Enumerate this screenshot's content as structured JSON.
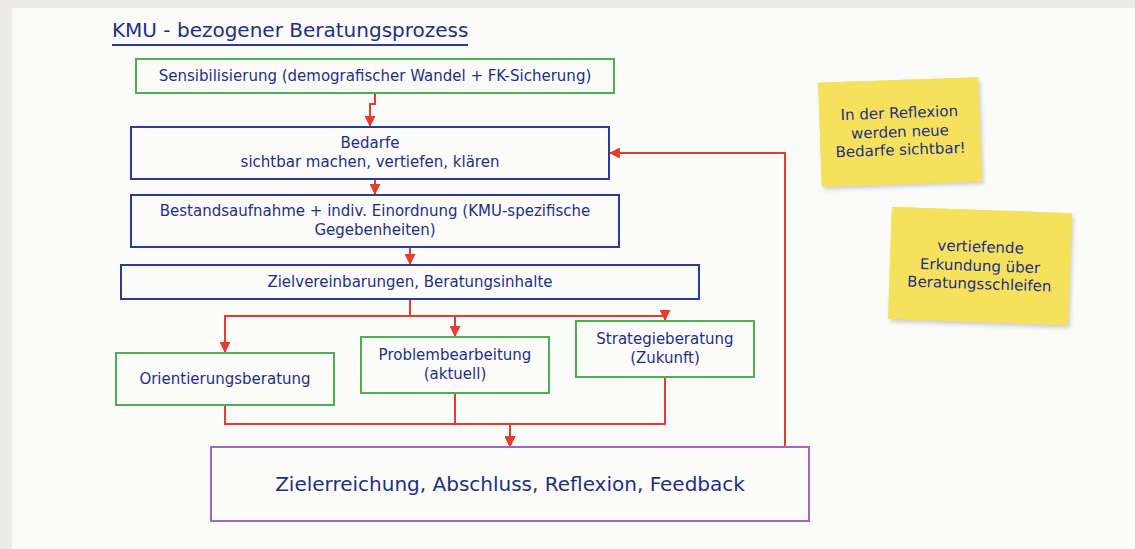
{
  "diagram": {
    "title": "KMU - bezogener Beratungsprozess",
    "nodes": [
      {
        "text": [
          "Sensibilisierung (demografischer Wandel + FK-Sicherung)"
        ]
      },
      {
        "text": [
          "Bedarfe",
          "sichtbar machen, vertiefen, klären"
        ]
      },
      {
        "text": [
          "Bestandsaufnahme + indiv. Einordnung (KMU-spezifische Gegebenheiten)"
        ]
      },
      {
        "text": [
          "Zielvereinbarungen, Beratungsinhalte"
        ]
      },
      {
        "text": [
          "Orientierungsberatung"
        ]
      },
      {
        "text": [
          "Problembearbeitung (aktuell)"
        ]
      },
      {
        "text": [
          "Strategieberatung (Zukunft)"
        ]
      },
      {
        "text": [
          "Zielerreichung, Abschluss, Reflexion, Feedback"
        ]
      },
      {
        "text": [
          "In der Reflexion werden neue Bedarfe sichtbar!"
        ]
      },
      {
        "text": [
          "vertiefende Erkundung über Beratungsschleifen"
        ]
      }
    ],
    "edges": [
      {
        "from": 0,
        "to": 1,
        "arrow": "to"
      },
      {
        "from": 1,
        "to": 2,
        "arrow": "to"
      },
      {
        "from": 2,
        "to": 3,
        "arrow": "to"
      },
      {
        "from": 3,
        "to": 4,
        "arrow": "to"
      },
      {
        "from": 3,
        "to": 5,
        "arrow": "to"
      },
      {
        "from": 3,
        "to": 6,
        "arrow": "to"
      },
      {
        "from": 4,
        "to": 7,
        "arrow": "to"
      },
      {
        "from": 5,
        "to": 7,
        "arrow": "to"
      },
      {
        "from": 6,
        "to": 7,
        "arrow": "to"
      },
      {
        "from": 7,
        "to": 1,
        "arrow": "to"
      }
    ]
  }
}
